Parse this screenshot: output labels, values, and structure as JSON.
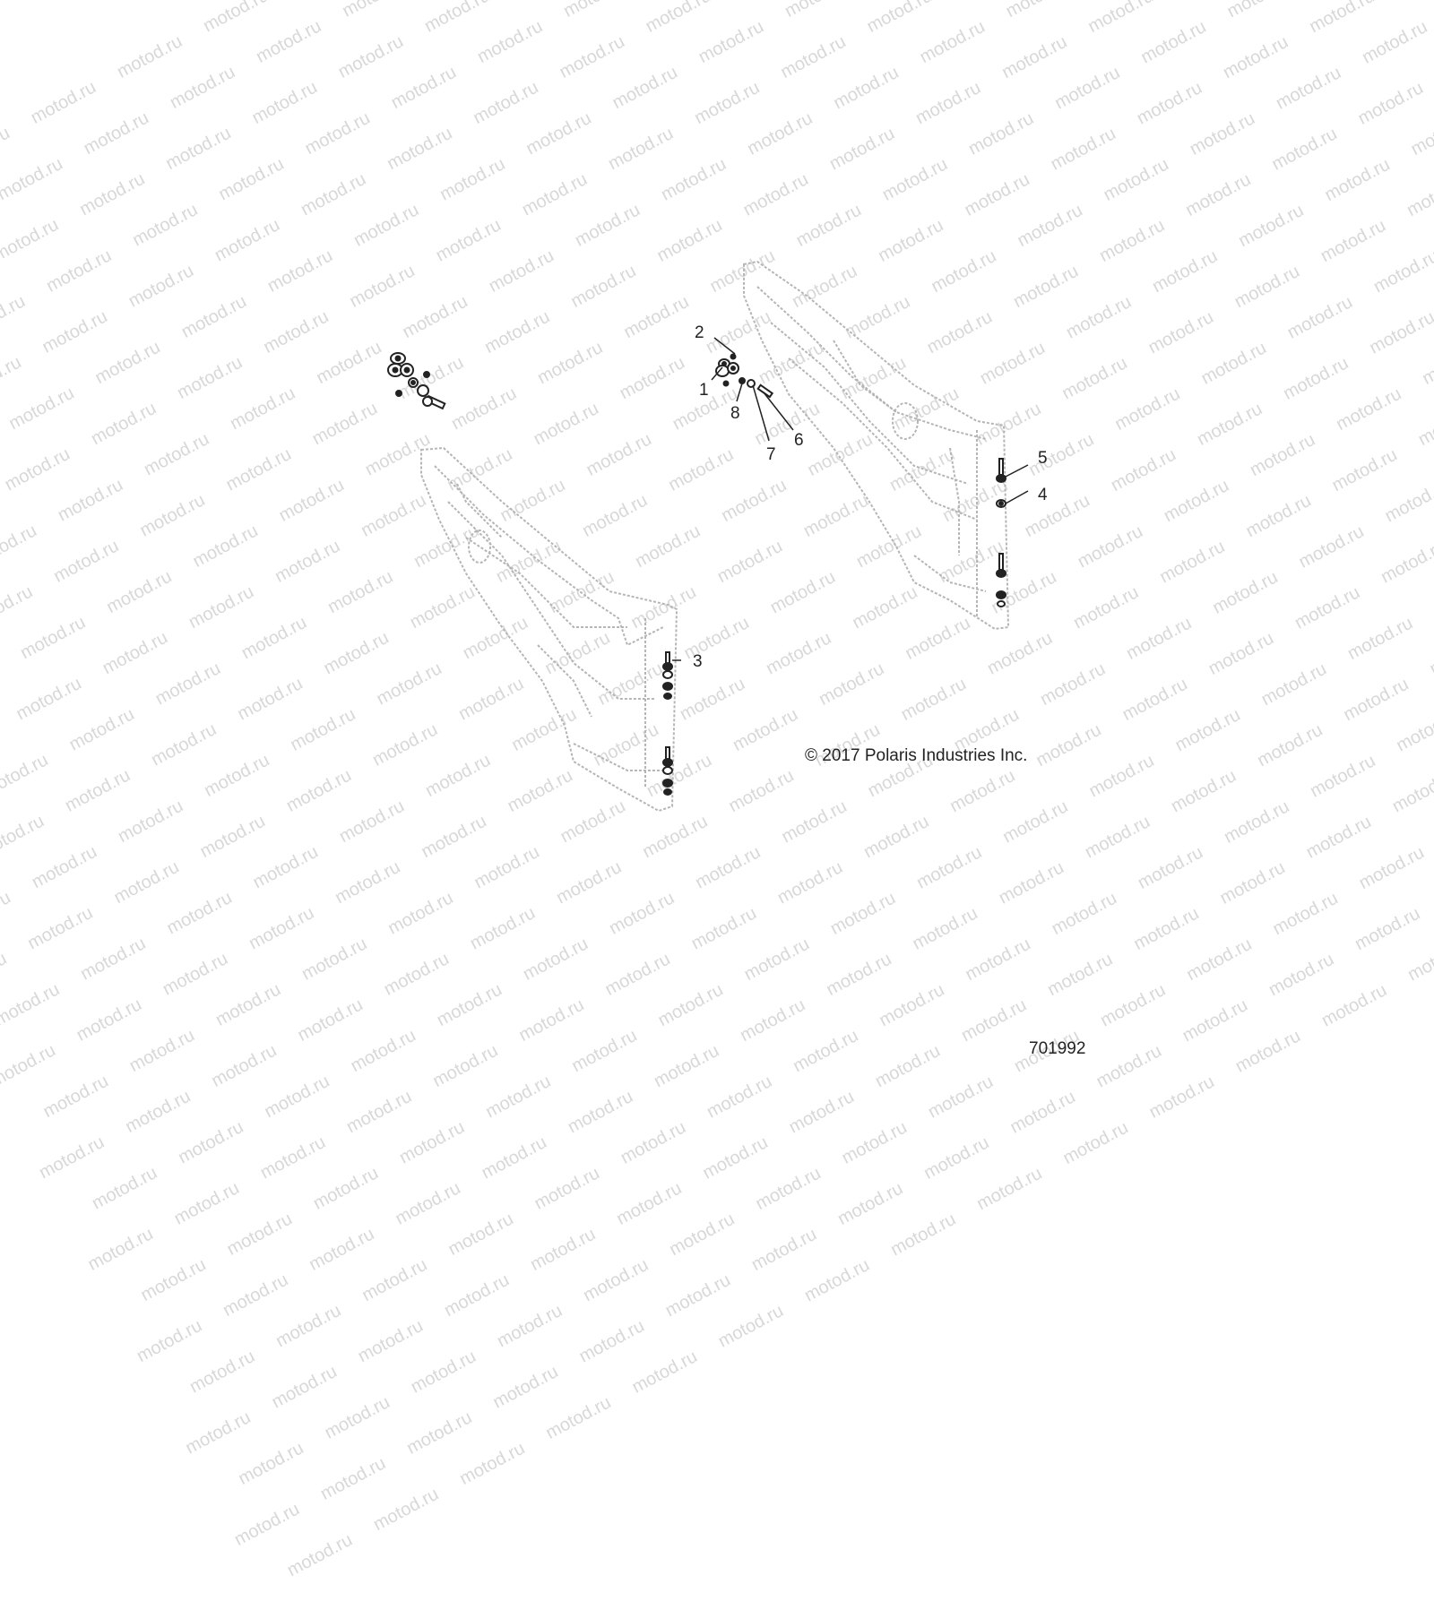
{
  "watermark": {
    "text": "motod.ru"
  },
  "callouts": {
    "c1": "1",
    "c2": "2",
    "c3": "3",
    "c4": "4",
    "c5": "5",
    "c6": "6",
    "c7": "7",
    "c8": "8"
  },
  "copyright": "© 2017 Polaris Industries Inc.",
  "document_number": "701992",
  "colors": {
    "line": "#222222",
    "watermark": "#d8d8d8",
    "ghost": "#b5b5b5"
  }
}
